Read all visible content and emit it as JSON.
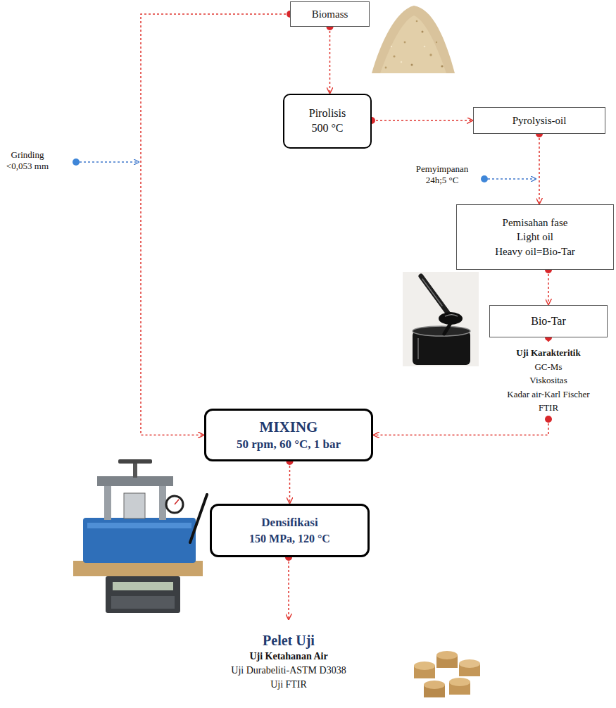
{
  "diagram": {
    "nodes": [
      {
        "text": [
          "Biomass"
        ]
      },
      {
        "text": [
          "Pirolisis 500 °C"
        ]
      },
      {
        "text": [
          "Pyrolysis-oil"
        ]
      },
      {
        "text": [
          "Pemisahan fase",
          "Light oil",
          "Heavy oil=Bio-Tar"
        ]
      },
      {
        "text": [
          "Bio-Tar"
        ]
      },
      {
        "text": [
          "Uji Karakteritik",
          "GC-Ms",
          "Viskositas",
          "Kadar air-Karl Fischer",
          "FTIR"
        ]
      },
      {
        "text": [
          "MIXING",
          "50 rpm, 60 °C, 1 bar"
        ]
      },
      {
        "text": [
          "Densifikasi",
          "150 MPa, 120 °C"
        ]
      },
      {
        "text": [
          "Pelet Uji",
          "Uji Ketahanan Air",
          "Uji Durabeliti-ASTM D3038",
          "Uji FTIR"
        ]
      }
    ],
    "edges": [
      {
        "from": 0,
        "to": 1,
        "arrow": "to"
      },
      {
        "from": 1,
        "to": 2,
        "arrow": "to"
      },
      {
        "from": 2,
        "to": 3,
        "arrow": "to"
      },
      {
        "from": 3,
        "to": 4,
        "arrow": "to"
      },
      {
        "from": 4,
        "to": 5,
        "arrow": "to"
      },
      {
        "from": 5,
        "to": 6,
        "arrow": "to"
      },
      {
        "from": 0,
        "to": 6,
        "arrow": "to"
      },
      {
        "from": 6,
        "to": 7,
        "arrow": "to"
      },
      {
        "from": 7,
        "to": 8,
        "arrow": "to"
      }
    ],
    "labels": [
      "Grinding <0,053 mm",
      "Pemyimpanan 24h;5 °C"
    ]
  }
}
